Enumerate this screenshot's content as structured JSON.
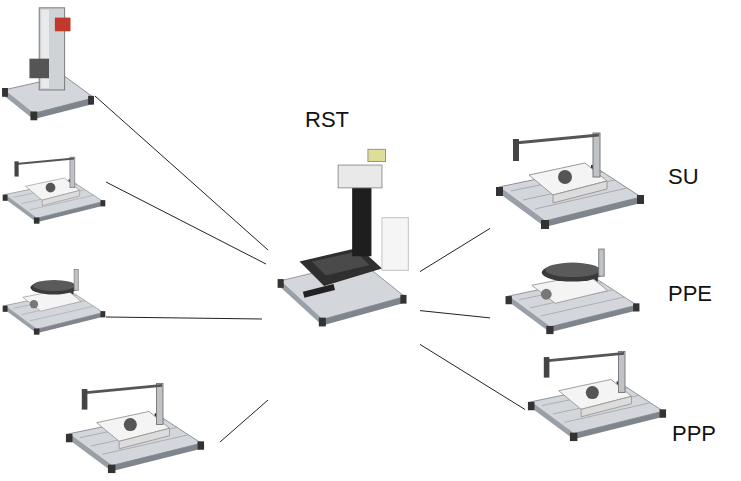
{
  "diagram": {
    "nodes": [
      {
        "text": [
          "RST"
        ]
      },
      {
        "text": [
          "SU"
        ]
      },
      {
        "text": [
          "PPE"
        ]
      },
      {
        "text": [
          "PPP"
        ]
      }
    ],
    "edges": [
      {
        "from": 0,
        "to": 1,
        "arrow": "none"
      },
      {
        "from": 0,
        "to": 2,
        "arrow": "none"
      },
      {
        "from": 0,
        "to": 3,
        "arrow": "none"
      }
    ]
  }
}
